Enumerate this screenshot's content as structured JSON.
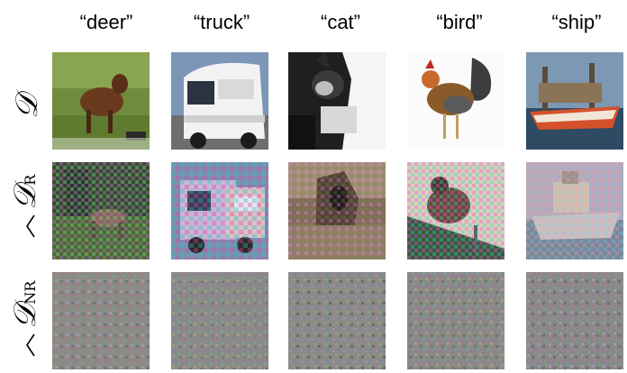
{
  "columns": [
    {
      "label": "“deer”",
      "slug": "deer"
    },
    {
      "label": "“truck”",
      "slug": "truck"
    },
    {
      "label": "“cat”",
      "slug": "cat"
    },
    {
      "label": "“bird”",
      "slug": "bird"
    },
    {
      "label": "“ship”",
      "slug": "ship"
    }
  ],
  "rows": [
    {
      "label": "𝒟",
      "subscript": "",
      "hat": false
    },
    {
      "label": "𝒟",
      "subscript": "R",
      "hat": true
    },
    {
      "label": "𝒟",
      "subscript": "NR",
      "hat": true
    }
  ]
}
